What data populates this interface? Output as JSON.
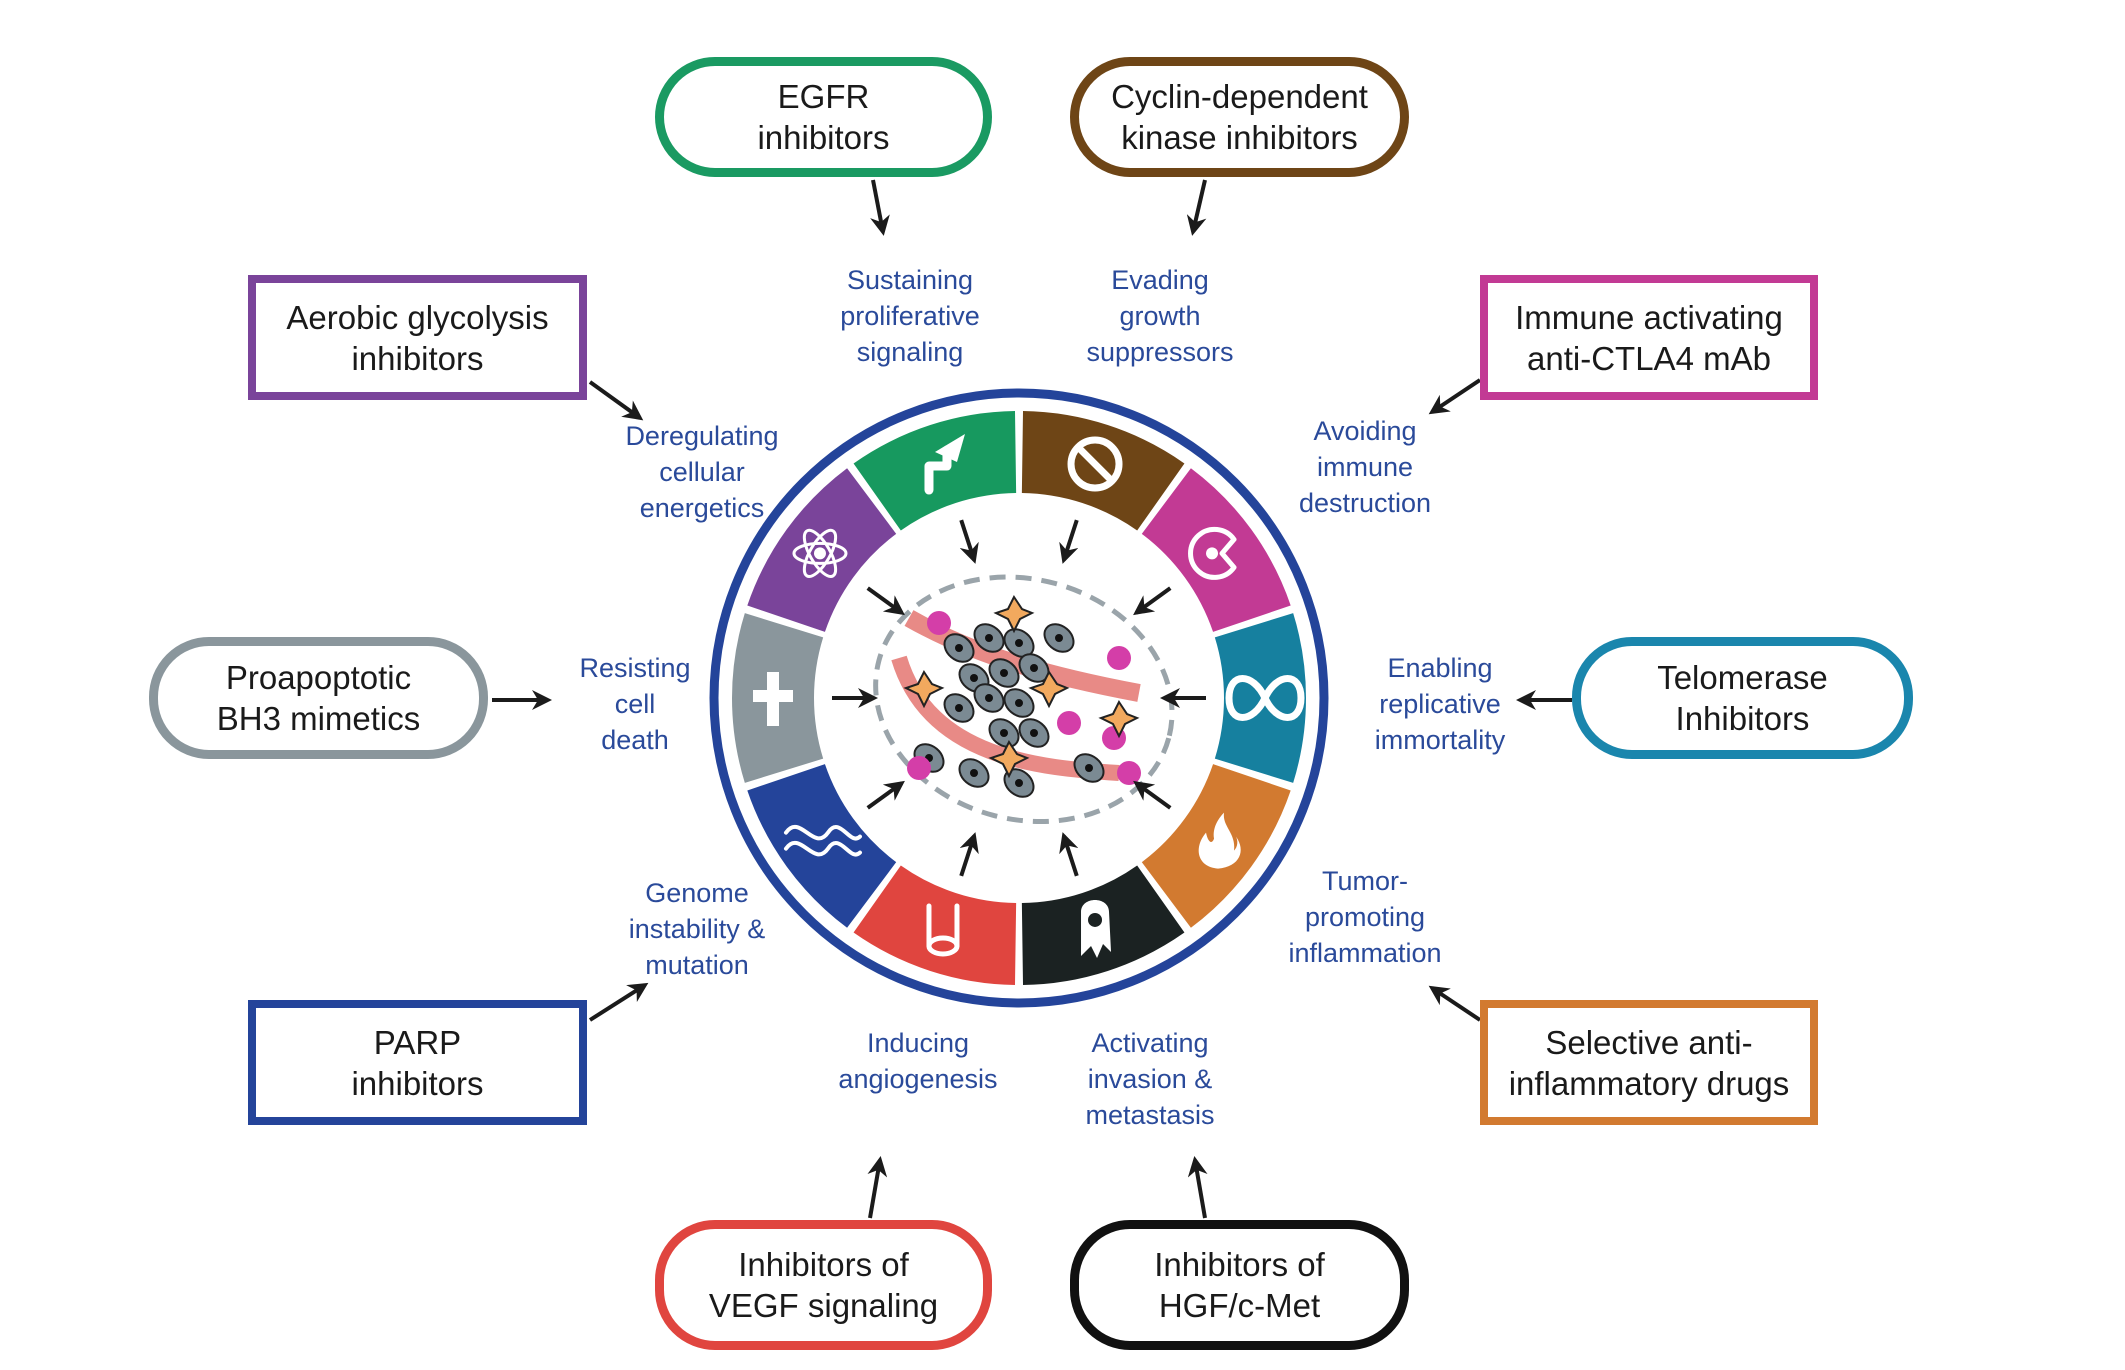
{
  "therapies": [
    {
      "id": "egfr",
      "text": "EGFR\ninhibitors",
      "shape": "pill",
      "color": "#1a9a62"
    },
    {
      "id": "cdk",
      "text": "Cyclin-dependent\nkinase inhibitors",
      "shape": "pill",
      "color": "#6e4516"
    },
    {
      "id": "aerobic",
      "text": "Aerobic glycolysis\ninhibitors",
      "shape": "rect",
      "color": "#7a449a"
    },
    {
      "id": "immune",
      "text": "Immune activating\nanti-CTLA4 mAb",
      "shape": "rect",
      "color": "#c23a94"
    },
    {
      "id": "bh3",
      "text": "Proapoptotic\nBH3 mimetics",
      "shape": "pill",
      "color": "#8a969c"
    },
    {
      "id": "telomerase",
      "text": "Telomerase\nInhibitors",
      "shape": "pill",
      "color": "#1a86ad"
    },
    {
      "id": "parp",
      "text": "PARP\ninhibitors",
      "shape": "rect",
      "color": "#24449a"
    },
    {
      "id": "selective",
      "text": "Selective anti-\ninflammatory drugs",
      "shape": "rect",
      "color": "#d27a30"
    },
    {
      "id": "vegf",
      "text": "Inhibitors of\nVEGF signaling",
      "shape": "pill",
      "color": "#e0453f"
    },
    {
      "id": "hgf",
      "text": "Inhibitors of\nHGF/c-Met",
      "shape": "pill",
      "color": "#111111"
    }
  ],
  "hallmarks": [
    {
      "id": "proliferative",
      "text": "Sustaining\nproliferative\nsignaling",
      "color": "#17995f",
      "icon": "bent-arrow-icon"
    },
    {
      "id": "growth",
      "text": "Evading\ngrowth\nsuppressors",
      "color": "#6e4516",
      "icon": "prohibition-icon"
    },
    {
      "id": "immune",
      "text": "Avoiding\nimmune\ndestruction",
      "color": "#c23a94",
      "icon": "immune-cell-icon"
    },
    {
      "id": "immortality",
      "text": "Enabling\nreplicative\nimmortality",
      "color": "#16809f",
      "icon": "infinity-icon"
    },
    {
      "id": "inflammation",
      "text": "Tumor-\npromoting\ninflammation",
      "color": "#d27a30",
      "icon": "flame-icon"
    },
    {
      "id": "invasion",
      "text": "Activating\ninvasion &\nmetastasis",
      "color": "#1b2222",
      "icon": "migrating-cell-icon"
    },
    {
      "id": "angiogenesis",
      "text": "Inducing\nangiogenesis",
      "color": "#e0453f",
      "icon": "blood-vessel-icon"
    },
    {
      "id": "genome",
      "text": "Genome\ninstability &\nmutation",
      "color": "#24449a",
      "icon": "dna-icon"
    },
    {
      "id": "death",
      "text": "Resisting\ncell\ndeath",
      "color": "#8a969c",
      "icon": "cross-icon"
    },
    {
      "id": "energetics",
      "text": "Deregulating\ncellular\nenergetics",
      "color": "#7a449a",
      "icon": "atom-icon"
    }
  ],
  "ring_color": "#24449a",
  "label_color": "#2a4a9a"
}
